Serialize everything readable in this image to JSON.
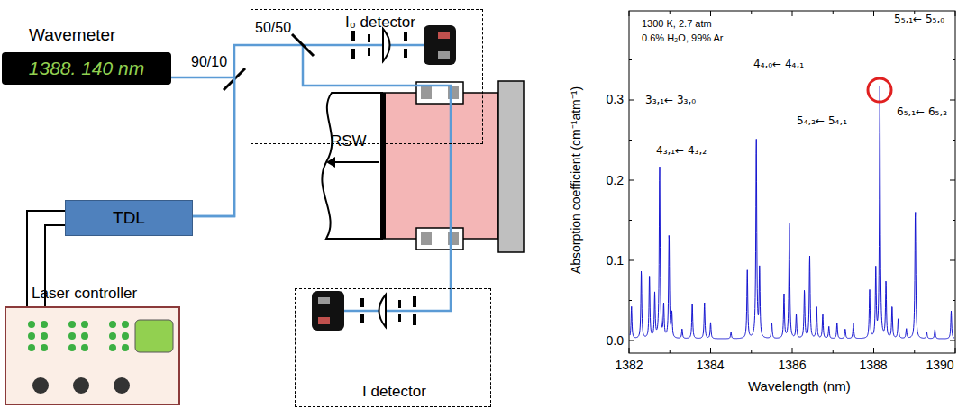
{
  "diagram": {
    "nodes": [
      {
        "text": [
          "Wavemeter",
          "1388. 140 nm"
        ]
      },
      {
        "text": [
          "I₀ detector"
        ]
      },
      {
        "text": [
          "TDL"
        ]
      },
      {
        "text": [
          "Laser controller"
        ]
      },
      {
        "text": [
          "I detector"
        ]
      }
    ],
    "edges": [
      {
        "from": 3,
        "to": 2,
        "arrow": "none"
      },
      {
        "from": 2,
        "to": 0,
        "arrow": "none"
      },
      {
        "from": 2,
        "to": 1,
        "arrow": "none"
      },
      {
        "from": 1,
        "to": 4,
        "arrow": "none"
      }
    ],
    "labels": [
      "90/10",
      "50/50",
      "RSW",
      "1300 K, 2.7 atm",
      "0.6% H₂O, 99% Ar",
      "3₃,₁← 3₃,₀",
      "4₃,₁← 4₃,₂",
      "4₄,₀← 4₄,₁",
      "5₄,₂← 5₄,₁",
      "5₅,₁← 5₅,₀",
      "6₅,₁← 6₅,₂",
      "0.0",
      "0.1",
      "0.2",
      "0.3",
      "1382",
      "1384",
      "1386",
      "1388",
      "1390",
      "Absorption coefficient (cm⁻¹atm⁻¹)",
      "Wavelength (nm)"
    ]
  }
}
